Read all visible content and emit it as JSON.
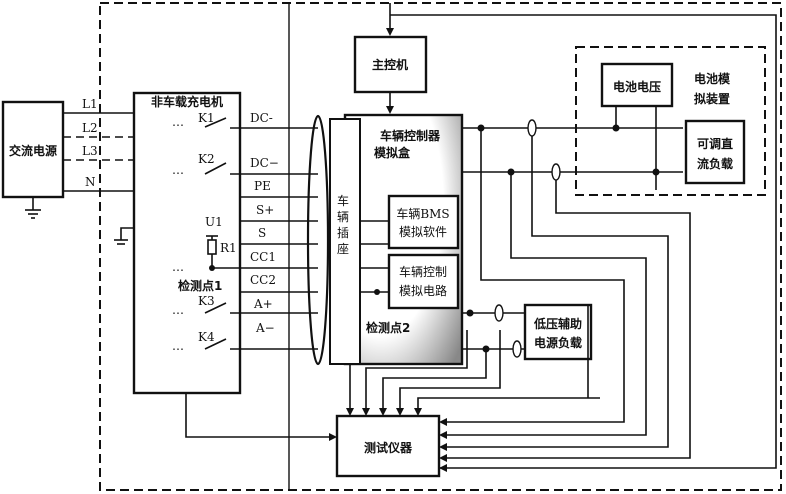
{
  "diagram": {
    "ac_source": {
      "label_line1": "交流电源"
    },
    "ac_lines": [
      "L1",
      "L2",
      "L3",
      "N"
    ],
    "charger": {
      "title": "非车载充电机",
      "switches": [
        "K1",
        "K2",
        "K3",
        "K4"
      ],
      "u1": "U1",
      "r1": "R1",
      "test_point": "检测点1",
      "ellipsis": "…"
    },
    "terminals": [
      "DC-",
      "DC−",
      "PE",
      "S+",
      "S",
      "CC1",
      "CC2",
      "A+",
      "A−"
    ],
    "master_controller": "主控机",
    "vehicle_controller_box": {
      "line1": "车辆控制器",
      "line2": "模拟盒"
    },
    "vehicle_inlet": [
      "车",
      "辆",
      "插",
      "座"
    ],
    "bms_software": {
      "line1": "车辆BMS",
      "line2": "模拟软件"
    },
    "control_circuit": {
      "line1": "车辆控制",
      "line2": "模拟电路"
    },
    "test_point_2": "检测点2",
    "battery_voltage": "电池电压",
    "battery_simulator": {
      "line1": "电池模",
      "line2": "拟装置"
    },
    "dc_load": {
      "line1": "可调直",
      "line2": "流负载"
    },
    "lv_aux_load": {
      "line1": "低压辅助",
      "line2": "电源负载"
    },
    "test_instrument": "测试仪器"
  }
}
